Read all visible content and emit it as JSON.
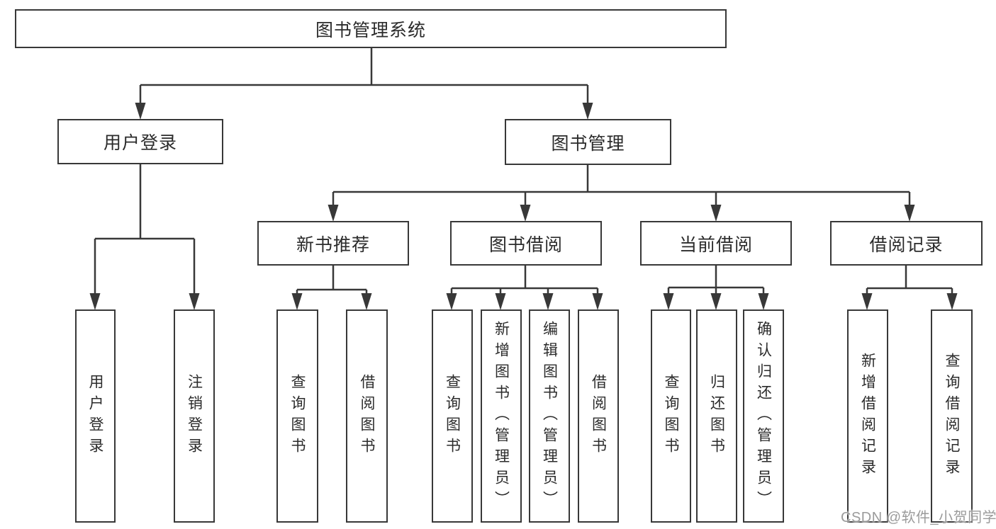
{
  "diagram_title": "图书管理系统",
  "colors": {
    "background": "#ffffff",
    "line": "#383838",
    "box_border": "#383838",
    "text": "#2b2b2b",
    "watermark": "#9b9b9b"
  },
  "watermark": "CSDN @软件_小贺同学",
  "tree": {
    "root": {
      "label": "图书管理系统",
      "children": [
        {
          "label": "用户登录",
          "children": [
            {
              "label": "用户登录"
            },
            {
              "label": "注销登录"
            }
          ]
        },
        {
          "label": "图书管理",
          "children": [
            {
              "label": "新书推荐",
              "children": [
                {
                  "label": "查询图书"
                },
                {
                  "label": "借阅图书"
                }
              ]
            },
            {
              "label": "图书借阅",
              "children": [
                {
                  "label": "查询图书"
                },
                {
                  "label": "新增图书（管理员）"
                },
                {
                  "label": "编辑图书（管理员）"
                },
                {
                  "label": "借阅图书"
                }
              ]
            },
            {
              "label": "当前借阅",
              "children": [
                {
                  "label": "查询图书"
                },
                {
                  "label": "归还图书"
                },
                {
                  "label": "确认归还（管理员）"
                }
              ]
            },
            {
              "label": "借阅记录",
              "children": [
                {
                  "label": "新增借阅记录"
                },
                {
                  "label": "查询借阅记录"
                }
              ]
            }
          ]
        }
      ]
    }
  }
}
